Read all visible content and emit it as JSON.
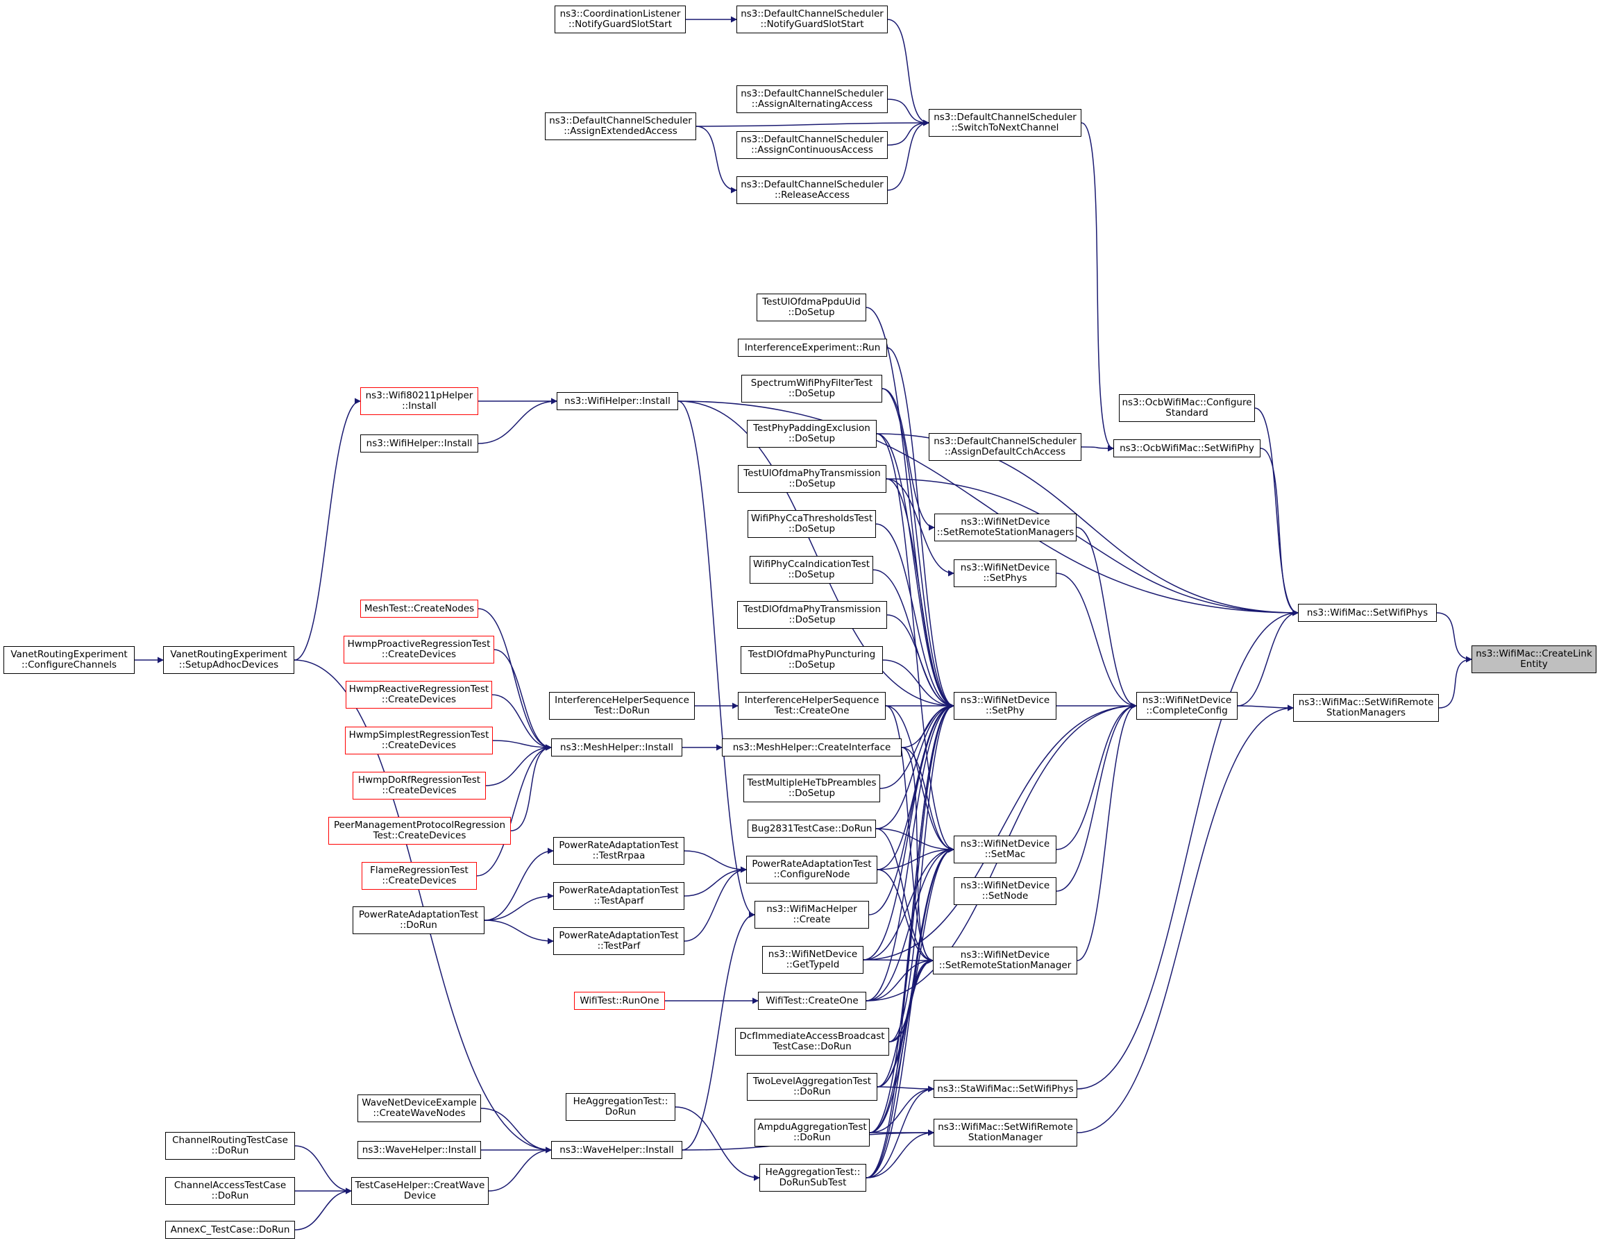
{
  "graph": {
    "colors": {
      "edge": "#191970",
      "node_border": "#000000",
      "truncated_border": "#ff0000",
      "target_fill": "#bfbfbf"
    },
    "nodes": {
      "create_link_entity": {
        "lines": [
          "ns3::WifiMac::CreateLink",
          "Entity"
        ],
        "target": true
      },
      "set_wifi_phys": {
        "lines": [
          "ns3::WifiMac::SetWifiPhys"
        ]
      },
      "set_wifi_remote_station_managers": {
        "lines": [
          "ns3::WifiMac::SetWifiRemote",
          "StationManagers"
        ]
      },
      "ocb_configure_standard": {
        "lines": [
          "ns3::OcbWifiMac::Configure",
          "Standard"
        ]
      },
      "ocb_set_wifi_phy": {
        "lines": [
          "ns3::OcbWifiMac::SetWifiPhy"
        ]
      },
      "dcs_assign_default_cch_access": {
        "lines": [
          "ns3::DefaultChannelScheduler",
          "::AssignDefaultCchAccess"
        ]
      },
      "dcs_switch_to_next_channel": {
        "lines": [
          "ns3::DefaultChannelScheduler",
          "::SwitchToNextChannel"
        ]
      },
      "dcs_notify_guard_slot_start": {
        "lines": [
          "ns3::DefaultChannelScheduler",
          "::NotifyGuardSlotStart"
        ]
      },
      "cl_notify_guard_slot_start": {
        "lines": [
          "ns3::CoordinationListener",
          "::NotifyGuardSlotStart"
        ]
      },
      "dcs_assign_alternating_access": {
        "lines": [
          "ns3::DefaultChannelScheduler",
          "::AssignAlternatingAccess"
        ]
      },
      "dcs_assign_continuous_access": {
        "lines": [
          "ns3::DefaultChannelScheduler",
          "::AssignContinuousAccess"
        ]
      },
      "dcs_release_access": {
        "lines": [
          "ns3::DefaultChannelScheduler",
          "::ReleaseAccess"
        ]
      },
      "dcs_assign_extended_access": {
        "lines": [
          "ns3::DefaultChannelScheduler",
          "::AssignExtendedAccess"
        ]
      },
      "complete_config": {
        "lines": [
          "ns3::WifiNetDevice",
          "::CompleteConfig"
        ]
      },
      "set_remote_station_managers": {
        "lines": [
          "ns3::WifiNetDevice",
          "::SetRemoteStationManagers"
        ]
      },
      "set_phys": {
        "lines": [
          "ns3::WifiNetDevice",
          "::SetPhys"
        ]
      },
      "set_phy": {
        "lines": [
          "ns3::WifiNetDevice",
          "::SetPhy"
        ]
      },
      "set_mac": {
        "lines": [
          "ns3::WifiNetDevice",
          "::SetMac"
        ]
      },
      "set_node": {
        "lines": [
          "ns3::WifiNetDevice",
          "::SetNode"
        ]
      },
      "set_remote_station_manager": {
        "lines": [
          "ns3::WifiNetDevice",
          "::SetRemoteStationManager"
        ]
      },
      "sta_set_wifi_phys": {
        "lines": [
          "ns3::StaWifiMac::SetWifiPhys"
        ]
      },
      "mac_set_wifi_remote_station_manager": {
        "lines": [
          "ns3::WifiMac::SetWifiRemote",
          "StationManager"
        ]
      },
      "test_ul_ofdma_ppdu_uid": {
        "lines": [
          "TestUlOfdmaPpduUid",
          "::DoSetup"
        ]
      },
      "interference_experiment_run": {
        "lines": [
          "InterferenceExperiment::Run"
        ]
      },
      "spectrum_wifi_phy_filter_test": {
        "lines": [
          "SpectrumWifiPhyFilterTest",
          "::DoSetup"
        ]
      },
      "test_phy_padding_exclusion": {
        "lines": [
          "TestPhyPaddingExclusion",
          "::DoSetup"
        ]
      },
      "test_ul_ofdma_phy_transmission": {
        "lines": [
          "TestUlOfdmaPhyTransmission",
          "::DoSetup"
        ]
      },
      "wifi_phy_cca_thresholds_test": {
        "lines": [
          "WifiPhyCcaThresholdsTest",
          "::DoSetup"
        ]
      },
      "wifi_phy_cca_indication_test": {
        "lines": [
          "WifiPhyCcaIndicationTest",
          "::DoSetup"
        ]
      },
      "test_dl_ofdma_phy_transmission": {
        "lines": [
          "TestDlOfdmaPhyTransmission",
          "::DoSetup"
        ]
      },
      "test_dl_ofdma_phy_puncturing": {
        "lines": [
          "TestDlOfdmaPhyPuncturing",
          "::DoSetup"
        ]
      },
      "ihs_create_one": {
        "lines": [
          "InterferenceHelperSequence",
          "Test::CreateOne"
        ]
      },
      "ihs_do_run": {
        "lines": [
          "InterferenceHelperSequence",
          "Test::DoRun"
        ]
      },
      "mesh_create_interface": {
        "lines": [
          "ns3::MeshHelper::CreateInterface"
        ]
      },
      "test_multiple_he_tb_preambles": {
        "lines": [
          "TestMultipleHeTbPreambles",
          "::DoSetup"
        ]
      },
      "bug2831_do_run": {
        "lines": [
          "Bug2831TestCase::DoRun"
        ]
      },
      "pra_configure_node": {
        "lines": [
          "PowerRateAdaptationTest",
          "::ConfigureNode"
        ]
      },
      "wifi_mac_helper_create": {
        "lines": [
          "ns3::WifiMacHelper",
          "::Create"
        ]
      },
      "wnd_get_type_id": {
        "lines": [
          "ns3::WifiNetDevice",
          "::GetTypeId"
        ]
      },
      "wifi_test_create_one": {
        "lines": [
          "WifiTest::CreateOne"
        ]
      },
      "dcf_immediate_access": {
        "lines": [
          "DcfImmediateAccessBroadcast",
          "TestCase::DoRun"
        ]
      },
      "two_level_aggregation": {
        "lines": [
          "TwoLevelAggregationTest",
          "::DoRun"
        ]
      },
      "ampdu_aggregation": {
        "lines": [
          "AmpduAggregationTest",
          "::DoRun"
        ]
      },
      "he_aggregation_do_run_sub_test": {
        "lines": [
          "HeAggregationTest::",
          "DoRunSubTest"
        ]
      },
      "he_aggregation_do_run": {
        "lines": [
          "HeAggregationTest::",
          "DoRun"
        ]
      },
      "wifi_helper_install": {
        "lines": [
          "ns3::WifiHelper::Install"
        ]
      },
      "wifi80211p_install": {
        "lines": [
          "ns3::Wifi80211pHelper",
          "::Install"
        ],
        "truncated": true
      },
      "wifi_helper_install_2": {
        "lines": [
          "ns3::WifiHelper::Install"
        ]
      },
      "mesh_helper_install": {
        "lines": [
          "ns3::MeshHelper::Install"
        ]
      },
      "mesh_test_create_nodes": {
        "lines": [
          "MeshTest::CreateNodes"
        ],
        "truncated": true
      },
      "hwmp_proactive": {
        "lines": [
          "HwmpProactiveRegressionTest",
          "::CreateDevices"
        ],
        "truncated": true
      },
      "hwmp_reactive": {
        "lines": [
          "HwmpReactiveRegressionTest",
          "::CreateDevices"
        ],
        "truncated": true
      },
      "hwmp_simplest": {
        "lines": [
          "HwmpSimplestRegressionTest",
          "::CreateDevices"
        ],
        "truncated": true
      },
      "hwmp_do_rf": {
        "lines": [
          "HwmpDoRfRegressionTest",
          "::CreateDevices"
        ],
        "truncated": true
      },
      "peer_management": {
        "lines": [
          "PeerManagementProtocolRegression",
          "Test::CreateDevices"
        ],
        "truncated": true
      },
      "flame_regression": {
        "lines": [
          "FlameRegressionTest",
          "::CreateDevices"
        ],
        "truncated": true
      },
      "pra_test_rrpaa": {
        "lines": [
          "PowerRateAdaptationTest",
          "::TestRrpaa"
        ]
      },
      "pra_test_aparf": {
        "lines": [
          "PowerRateAdaptationTest",
          "::TestAparf"
        ]
      },
      "pra_test_parf": {
        "lines": [
          "PowerRateAdaptationTest",
          "::TestParf"
        ]
      },
      "pra_do_run": {
        "lines": [
          "PowerRateAdaptationTest",
          "::DoRun"
        ]
      },
      "wifi_test_run_one": {
        "lines": [
          "WifiTest::RunOne"
        ],
        "truncated": true
      },
      "vanet_setup_adhoc_devices": {
        "lines": [
          "VanetRoutingExperiment",
          "::SetupAdhocDevices"
        ]
      },
      "vanet_configure_channels": {
        "lines": [
          "VanetRoutingExperiment",
          "::ConfigureChannels"
        ]
      },
      "wave_helper_install": {
        "lines": [
          "ns3::WaveHelper::Install"
        ]
      },
      "wave_net_device_example": {
        "lines": [
          "WaveNetDeviceExample",
          "::CreateWaveNodes"
        ]
      },
      "wave_helper_install_2": {
        "lines": [
          "ns3::WaveHelper::Install"
        ]
      },
      "test_case_helper_creat_wave": {
        "lines": [
          "TestCaseHelper::CreatWave",
          "Device"
        ]
      },
      "channel_routing_test": {
        "lines": [
          "ChannelRoutingTestCase",
          "::DoRun"
        ]
      },
      "channel_access_test": {
        "lines": [
          "ChannelAccessTestCase",
          "::DoRun"
        ]
      },
      "annexc_test": {
        "lines": [
          "AnnexC_TestCase::DoRun"
        ]
      }
    },
    "edges": [
      [
        "set_wifi_phys",
        "create_link_entity"
      ],
      [
        "set_wifi_remote_station_managers",
        "create_link_entity"
      ],
      [
        "ocb_configure_standard",
        "set_wifi_phys"
      ],
      [
        "ocb_set_wifi_phy",
        "set_wifi_phys"
      ],
      [
        "complete_config",
        "set_wifi_phys"
      ],
      [
        "sta_set_wifi_phys",
        "set_wifi_phys"
      ],
      [
        "test_phy_padding_exclusion",
        "set_wifi_phys"
      ],
      [
        "test_ul_ofdma_phy_transmission",
        "set_wifi_phys"
      ],
      [
        "wifi_helper_install",
        "set_wifi_phys"
      ],
      [
        "complete_config",
        "set_wifi_remote_station_managers"
      ],
      [
        "mac_set_wifi_remote_station_manager",
        "set_wifi_remote_station_managers"
      ],
      [
        "dcs_assign_default_cch_access",
        "ocb_set_wifi_phy"
      ],
      [
        "dcs_switch_to_next_channel",
        "ocb_set_wifi_phy"
      ],
      [
        "dcs_notify_guard_slot_start",
        "dcs_switch_to_next_channel"
      ],
      [
        "dcs_assign_alternating_access",
        "dcs_switch_to_next_channel"
      ],
      [
        "dcs_assign_continuous_access",
        "dcs_switch_to_next_channel"
      ],
      [
        "dcs_release_access",
        "dcs_switch_to_next_channel"
      ],
      [
        "dcs_assign_extended_access",
        "dcs_switch_to_next_channel"
      ],
      [
        "cl_notify_guard_slot_start",
        "dcs_notify_guard_slot_start"
      ],
      [
        "dcs_assign_extended_access",
        "dcs_release_access"
      ],
      [
        "set_remote_station_managers",
        "complete_config"
      ],
      [
        "set_phys",
        "complete_config"
      ],
      [
        "set_phy",
        "complete_config"
      ],
      [
        "set_mac",
        "complete_config"
      ],
      [
        "set_node",
        "complete_config"
      ],
      [
        "set_remote_station_manager",
        "complete_config"
      ],
      [
        "wnd_get_type_id",
        "complete_config"
      ],
      [
        "wifi_test_create_one",
        "complete_config"
      ],
      [
        "test_ul_ofdma_phy_transmission",
        "set_phys"
      ],
      [
        "spectrum_wifi_phy_filter_test",
        "set_remote_station_managers"
      ],
      [
        "test_ul_ofdma_ppdu_uid",
        "set_phy"
      ],
      [
        "interference_experiment_run",
        "set_phy"
      ],
      [
        "spectrum_wifi_phy_filter_test",
        "set_phy"
      ],
      [
        "test_phy_padding_exclusion",
        "set_phy"
      ],
      [
        "test_ul_ofdma_phy_transmission",
        "set_phy"
      ],
      [
        "wifi_phy_cca_thresholds_test",
        "set_phy"
      ],
      [
        "wifi_phy_cca_indication_test",
        "set_phy"
      ],
      [
        "test_dl_ofdma_phy_transmission",
        "set_phy"
      ],
      [
        "test_dl_ofdma_phy_puncturing",
        "set_phy"
      ],
      [
        "ihs_create_one",
        "set_phy"
      ],
      [
        "mesh_create_interface",
        "set_phy"
      ],
      [
        "test_multiple_he_tb_preambles",
        "set_phy"
      ],
      [
        "bug2831_do_run",
        "set_phy"
      ],
      [
        "pra_configure_node",
        "set_phy"
      ],
      [
        "wifi_mac_helper_create",
        "set_phy"
      ],
      [
        "wnd_get_type_id",
        "set_phy"
      ],
      [
        "wifi_test_create_one",
        "set_phy"
      ],
      [
        "dcf_immediate_access",
        "set_phy"
      ],
      [
        "two_level_aggregation",
        "set_phy"
      ],
      [
        "ampdu_aggregation",
        "set_phy"
      ],
      [
        "he_aggregation_do_run_sub_test",
        "set_phy"
      ],
      [
        "wifi_helper_install",
        "set_phy"
      ],
      [
        "test_phy_padding_exclusion",
        "set_mac"
      ],
      [
        "ihs_create_one",
        "set_mac"
      ],
      [
        "mesh_create_interface",
        "set_mac"
      ],
      [
        "bug2831_do_run",
        "set_mac"
      ],
      [
        "pra_configure_node",
        "set_mac"
      ],
      [
        "wnd_get_type_id",
        "set_mac"
      ],
      [
        "wifi_test_create_one",
        "set_mac"
      ],
      [
        "dcf_immediate_access",
        "set_mac"
      ],
      [
        "two_level_aggregation",
        "set_mac"
      ],
      [
        "ampdu_aggregation",
        "set_mac"
      ],
      [
        "he_aggregation_do_run_sub_test",
        "set_mac"
      ],
      [
        "ihs_create_one",
        "set_remote_station_manager"
      ],
      [
        "mesh_create_interface",
        "set_remote_station_manager"
      ],
      [
        "bug2831_do_run",
        "set_remote_station_manager"
      ],
      [
        "pra_configure_node",
        "set_remote_station_manager"
      ],
      [
        "wnd_get_type_id",
        "set_remote_station_manager"
      ],
      [
        "wifi_test_create_one",
        "set_remote_station_manager"
      ],
      [
        "dcf_immediate_access",
        "set_remote_station_manager"
      ],
      [
        "two_level_aggregation",
        "set_remote_station_manager"
      ],
      [
        "ampdu_aggregation",
        "set_remote_station_manager"
      ],
      [
        "he_aggregation_do_run_sub_test",
        "set_remote_station_manager"
      ],
      [
        "two_level_aggregation",
        "sta_set_wifi_phys"
      ],
      [
        "ampdu_aggregation",
        "sta_set_wifi_phys"
      ],
      [
        "he_aggregation_do_run_sub_test",
        "sta_set_wifi_phys"
      ],
      [
        "ampdu_aggregation",
        "mac_set_wifi_remote_station_manager"
      ],
      [
        "he_aggregation_do_run_sub_test",
        "mac_set_wifi_remote_station_manager"
      ],
      [
        "wave_helper_install",
        "mac_set_wifi_remote_station_manager"
      ],
      [
        "ihs_do_run",
        "ihs_create_one"
      ],
      [
        "mesh_helper_install",
        "mesh_create_interface"
      ],
      [
        "pra_test_rrpaa",
        "pra_configure_node"
      ],
      [
        "pra_test_aparf",
        "pra_configure_node"
      ],
      [
        "pra_test_parf",
        "pra_configure_node"
      ],
      [
        "wifi_helper_install",
        "wifi_mac_helper_create"
      ],
      [
        "wave_helper_install",
        "wifi_mac_helper_create"
      ],
      [
        "wifi_test_run_one",
        "wifi_test_create_one"
      ],
      [
        "he_aggregation_do_run",
        "he_aggregation_do_run_sub_test"
      ],
      [
        "wifi80211p_install",
        "wifi_helper_install"
      ],
      [
        "wifi_helper_install_2",
        "wifi_helper_install"
      ],
      [
        "mesh_test_create_nodes",
        "mesh_helper_install"
      ],
      [
        "hwmp_proactive",
        "mesh_helper_install"
      ],
      [
        "hwmp_reactive",
        "mesh_helper_install"
      ],
      [
        "hwmp_simplest",
        "mesh_helper_install"
      ],
      [
        "hwmp_do_rf",
        "mesh_helper_install"
      ],
      [
        "peer_management",
        "mesh_helper_install"
      ],
      [
        "flame_regression",
        "mesh_helper_install"
      ],
      [
        "pra_do_run",
        "pra_test_rrpaa"
      ],
      [
        "pra_do_run",
        "pra_test_aparf"
      ],
      [
        "pra_do_run",
        "pra_test_parf"
      ],
      [
        "vanet_setup_adhoc_devices",
        "wifi80211p_install"
      ],
      [
        "vanet_configure_channels",
        "vanet_setup_adhoc_devices"
      ],
      [
        "vanet_setup_adhoc_devices",
        "wave_helper_install"
      ],
      [
        "wave_net_device_example",
        "wave_helper_install"
      ],
      [
        "wave_helper_install_2",
        "wave_helper_install"
      ],
      [
        "test_case_helper_creat_wave",
        "wave_helper_install"
      ],
      [
        "channel_routing_test",
        "test_case_helper_creat_wave"
      ],
      [
        "channel_access_test",
        "test_case_helper_creat_wave"
      ],
      [
        "annexc_test",
        "test_case_helper_creat_wave"
      ]
    ]
  }
}
